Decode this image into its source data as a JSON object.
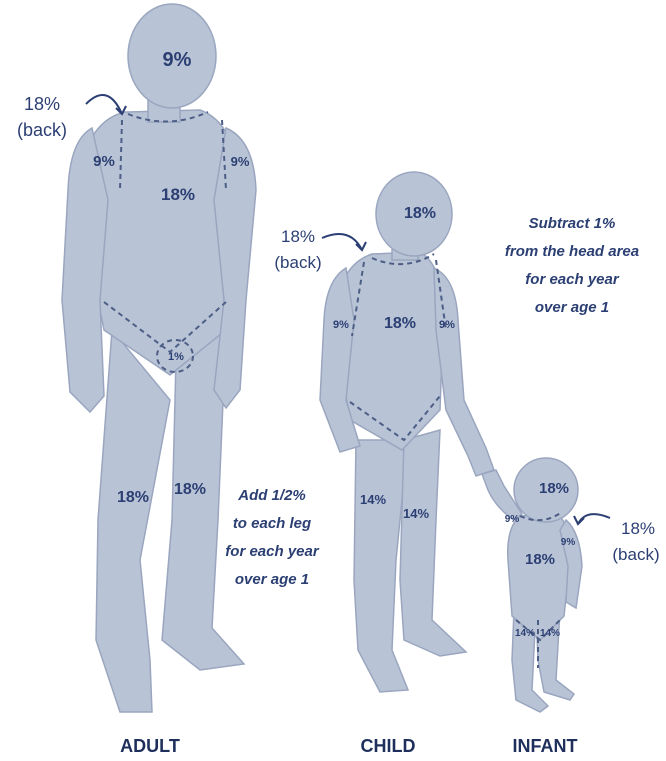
{
  "adult": {
    "caption": "ADULT",
    "head": "9%",
    "arm_left": "9%",
    "arm_right": "9%",
    "torso": "18%",
    "back_value": "18%",
    "back_label": "(back)",
    "groin": "1%",
    "leg_left": "18%",
    "leg_right": "18%"
  },
  "child": {
    "caption": "CHILD",
    "head": "18%",
    "arm_left": "9%",
    "arm_right": "9%",
    "torso": "18%",
    "back_value": "18%",
    "back_label": "(back)",
    "leg_left": "14%",
    "leg_right": "14%"
  },
  "infant": {
    "caption": "INFANT",
    "head": "18%",
    "arm_left": "9%",
    "arm_right": "9%",
    "torso": "18%",
    "back_value": "18%",
    "back_label": "(back)",
    "leg_left": "14%",
    "leg_right": "14%"
  },
  "notes": {
    "head_rule": [
      "Subtract 1%",
      "from the head area",
      "for each year",
      "over age 1"
    ],
    "leg_rule": [
      "Add 1/2%",
      "to each leg",
      "for each year",
      "over age 1"
    ]
  },
  "colors": {
    "body": "#b9c3d6",
    "text": "#2b3f73"
  }
}
